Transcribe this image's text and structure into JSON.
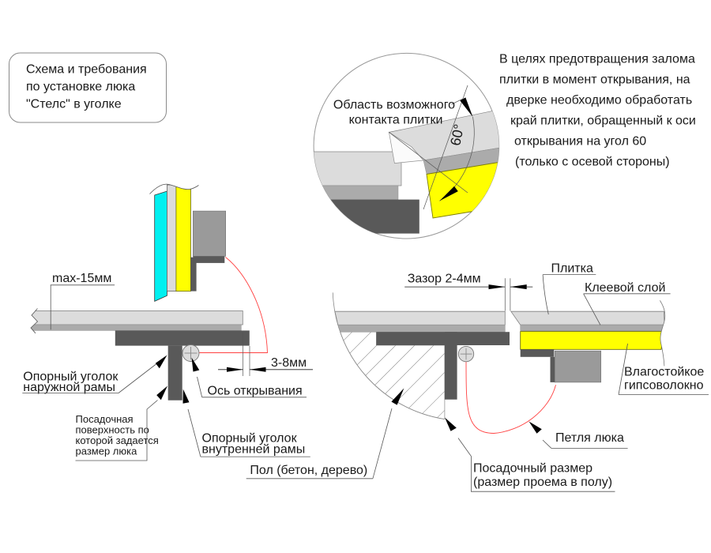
{
  "title_box": {
    "lines": [
      "Схема и требования",
      "по установке люка",
      "\"Стелс\" в уголке"
    ]
  },
  "note": {
    "lines": [
      "В целях предотвращения залома",
      "плитки в момент открывания, на",
      "дверке необходимо обработать",
      "край плитки, обращенный к оси",
      "открывания на угол 60",
      "(только с осевой стороны)"
    ]
  },
  "detail_view": {
    "area_label_line1": "Область возможного",
    "area_label_line2": "контакта плитки",
    "angle_value": "60°"
  },
  "left_diagram": {
    "max_thickness": "max-15мм",
    "outer_angle_line1": "Опорный уголок",
    "outer_angle_line2": "наружной рамы",
    "seat_surface_line1": "Посадочная",
    "seat_surface_line2": "поверхность по",
    "seat_surface_line3": "которой задается",
    "seat_surface_line4": "размер люка",
    "axis_label": "Ось открывания",
    "inner_angle_line1": "Опорный уголок",
    "inner_angle_line2": "внутренней рамы",
    "edge_gap_dim": "3-8мм"
  },
  "right_diagram": {
    "gap_dim": "Зазор 2-4мм",
    "tile_label": "Плитка",
    "glue_label": "Клеевой слой",
    "gypsum_line1": "Влагостойкое",
    "gypsum_line2": "гипсоволокно",
    "hinge_label": "Петля люка",
    "floor_label": "Пол (бетон, дерево)",
    "seat_size_line1": "Посадочный размер",
    "seat_size_line2": "(размер проема в полу)"
  },
  "colors": {
    "tile_gray": "#dcdcdc",
    "glue_gray": "#ababab",
    "frame_dark_gray": "#595959",
    "frame_block_gray": "#9a9a9a",
    "tile_face_cyan": "#00f0f0",
    "gypsum_yellow": "#ffff00",
    "hinge_arc_red": "#ff2020",
    "line_black": "#1a1a1a"
  }
}
